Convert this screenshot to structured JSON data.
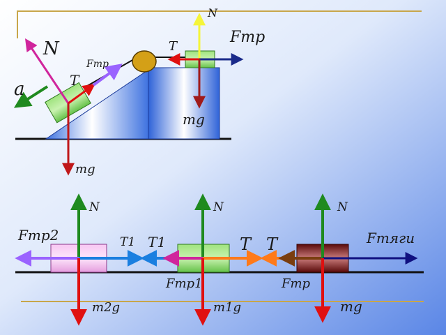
{
  "labels": {
    "top_normal_left": "N",
    "top_accel": "a",
    "top_tension_incline": "T",
    "top_friction_incline": "Fтр",
    "top_weight_incline": "mg",
    "top_tension_table": "T",
    "top_normal_table": "N",
    "top_friction_table": "Fтр",
    "top_weight_table": "mg",
    "b1_normal": "N",
    "b1_friction": "Fтр2",
    "b1_tension": "T1",
    "b1_weight": "m2g",
    "b2_normal": "N",
    "b2_tension_left": "T1",
    "b2_tension_right": "T",
    "b2_friction": "Fтр1",
    "b2_weight": "m1g",
    "b3_normal": "N",
    "b3_tension": "T",
    "b3_traction": "Fтяги",
    "b3_friction": "Fтр",
    "b3_weight": "mg"
  },
  "colors": {
    "background_top": "#ffffff",
    "background_bottom": "#5a86e6",
    "normal_arrow": "#1f8a1f",
    "weight_arrow": "#e01010",
    "tension_arrow": "#e64010",
    "friction_arrow": "#9a63ff",
    "table_tension": "#1a7fe0",
    "accel_arrow": "#1f8a1f",
    "traction_arrow": "#101080",
    "pulley_fill": "#d4a017",
    "block_green": "#7cd65a",
    "block_pink": "#f5b8f0",
    "block_maroon": "#7a1010",
    "orange_arrow": "#ff7a1a",
    "gold_line": "#c8a64a",
    "magenta_arrow": "#d0259c",
    "brown_arrow": "#7a3e10",
    "yellow_arrow": "#f5f53a",
    "navy_arrow": "#1a2a8a"
  }
}
